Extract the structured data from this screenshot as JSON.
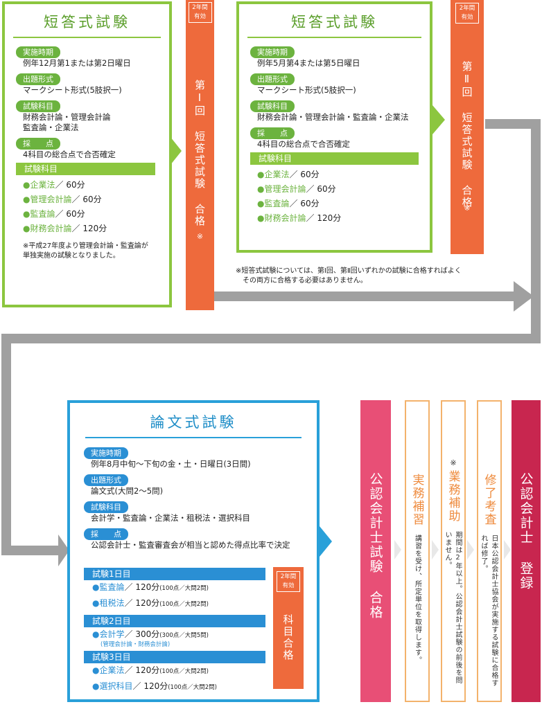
{
  "box1": {
    "title": "短答式試験",
    "rows": [
      {
        "label": "実施時期",
        "lines": [
          "例年12月第1または第2日曜日"
        ]
      },
      {
        "label": "出題形式",
        "lines": [
          "マークシート形式(5肢択一)"
        ]
      },
      {
        "label": "試験科目",
        "lines": [
          "財務会計論・管理会計論",
          "監査論・企業法"
        ]
      },
      {
        "label": "採　　点",
        "lines": [
          "4科目の総合点で合否確定"
        ]
      }
    ],
    "band": "試験科目",
    "subjects": [
      {
        "name": "企業法",
        "rest": "／ 60分"
      },
      {
        "name": "管理会計論",
        "rest": "／ 60分"
      },
      {
        "name": "監査論",
        "rest": "／ 60分"
      },
      {
        "name": "財務会計論",
        "rest": "／ 120分"
      }
    ],
    "note": "※平成27年度より管理会計論・監査論が単独実施の試験となりました。"
  },
  "pass1": {
    "badge": [
      "2年間",
      "有効"
    ],
    "text": "第Ⅰ回 短答式試験 合格",
    "mark": "※"
  },
  "box2": {
    "title": "短答式試験",
    "rows": [
      {
        "label": "実施時期",
        "lines": [
          "例年5月第4または第5日曜日"
        ]
      },
      {
        "label": "出題形式",
        "lines": [
          "マークシート形式(5肢択一)"
        ]
      },
      {
        "label": "試験科目",
        "lines": [
          "財務会計論・管理会計論・監査論・企業法"
        ]
      },
      {
        "label": "採　　点",
        "lines": [
          "4科目の総合点で合否確定"
        ]
      }
    ],
    "band": "試験科目",
    "subjects": [
      {
        "name": "企業法",
        "rest": "／ 60分"
      },
      {
        "name": "管理会計論",
        "rest": "／ 60分"
      },
      {
        "name": "監査論",
        "rest": "／ 60分"
      },
      {
        "name": "財務会計論",
        "rest": "／ 120分"
      }
    ]
  },
  "pass2": {
    "badge": [
      "2年間",
      "有効"
    ],
    "text": "第Ⅱ回 短答式試験 合格",
    "mark": "※"
  },
  "mid_note": [
    "※短答式試験については、第Ⅰ回、第Ⅱ回いずれかの試験に合格すればよく",
    "その両方に合格する必要はありません。"
  ],
  "box3": {
    "title": "論文式試験",
    "rows": [
      {
        "label": "実施時期",
        "lines": [
          "例年8月中旬〜下旬の金・土・日曜日(3日間)"
        ]
      },
      {
        "label": "出題形式",
        "lines": [
          "論文式(大問2〜5問)"
        ]
      },
      {
        "label": "試験科目",
        "lines": [
          "会計学・監査論・企業法・租税法・選択科目"
        ]
      },
      {
        "label": "採　　点",
        "lines": [
          "公認会計士・監査審査会が相当と認めた得点比率で決定"
        ]
      }
    ],
    "days": [
      {
        "band": "試験1日目",
        "subjects": [
          {
            "name": "監査論",
            "rest": "／ 120分",
            "detail": "(100点／大問2問)"
          },
          {
            "name": "租税法",
            "rest": "／ 120分",
            "detail": "(100点／大問2問)"
          }
        ]
      },
      {
        "band": "試験2日目",
        "subjects": [
          {
            "name": "会計学",
            "rest": "／ 300分",
            "detail": "(300点／大問5問)",
            "sub": "(管理会計論・財務会計論)"
          }
        ]
      },
      {
        "band": "試験3日目",
        "subjects": [
          {
            "name": "企業法",
            "rest": "／ 120分",
            "detail": "(100点／大問2問)"
          },
          {
            "name": "選択科目",
            "rest": "／ 120分",
            "detail": "(100点／大問2問)"
          }
        ]
      }
    ],
    "badge": [
      "2年間",
      "有効"
    ],
    "partial": "科目合格"
  },
  "stages": [
    {
      "title": "公認会計士試験 合格",
      "desc": ""
    },
    {
      "title": "実務補習",
      "desc": "講習を受け、所定単位を取得します。"
    },
    {
      "title": "業務補助",
      "mark": "※",
      "desc": "期間は2年以上。公認会計士試験の前後を問いません。"
    },
    {
      "title": "修了考査",
      "desc": "日本公認会計士協会が実施する試験に合格すれば修了。"
    },
    {
      "title": "公認会計士 登録",
      "desc": ""
    }
  ],
  "colors": {
    "green": "#8cc63f",
    "blue": "#29a0d9",
    "orange": "#ee6a3c",
    "pink": "#e84f76",
    "crimson": "#c8264f",
    "tan": "#f3b26b",
    "gray": "#a0a0a0"
  }
}
